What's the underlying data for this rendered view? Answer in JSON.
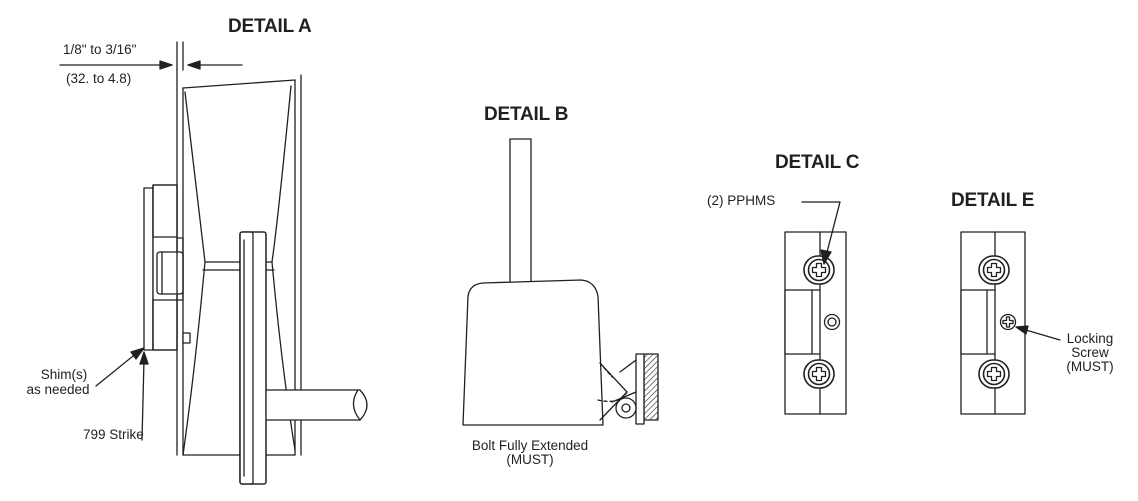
{
  "detail_a": {
    "title": "DETAIL A",
    "gap_label": "1/8\" to 3/16\"",
    "gap_metric": "(32. to 4.8)",
    "shim_label_1": "Shim(s)",
    "shim_label_2": "as needed",
    "strike_label": "799 Strike"
  },
  "detail_b": {
    "title": "DETAIL B",
    "bolt_label_1": "Bolt Fully Extended",
    "bolt_label_2": "(MUST)"
  },
  "detail_c": {
    "title": "DETAIL C",
    "screws_label": "(2) PPHMS"
  },
  "detail_e": {
    "title": "DETAIL E",
    "locking_label_1": "Locking",
    "locking_label_2": "Screw",
    "locking_label_3": "(MUST)"
  },
  "colors": {
    "ink": "#231f20",
    "background": "#ffffff"
  }
}
